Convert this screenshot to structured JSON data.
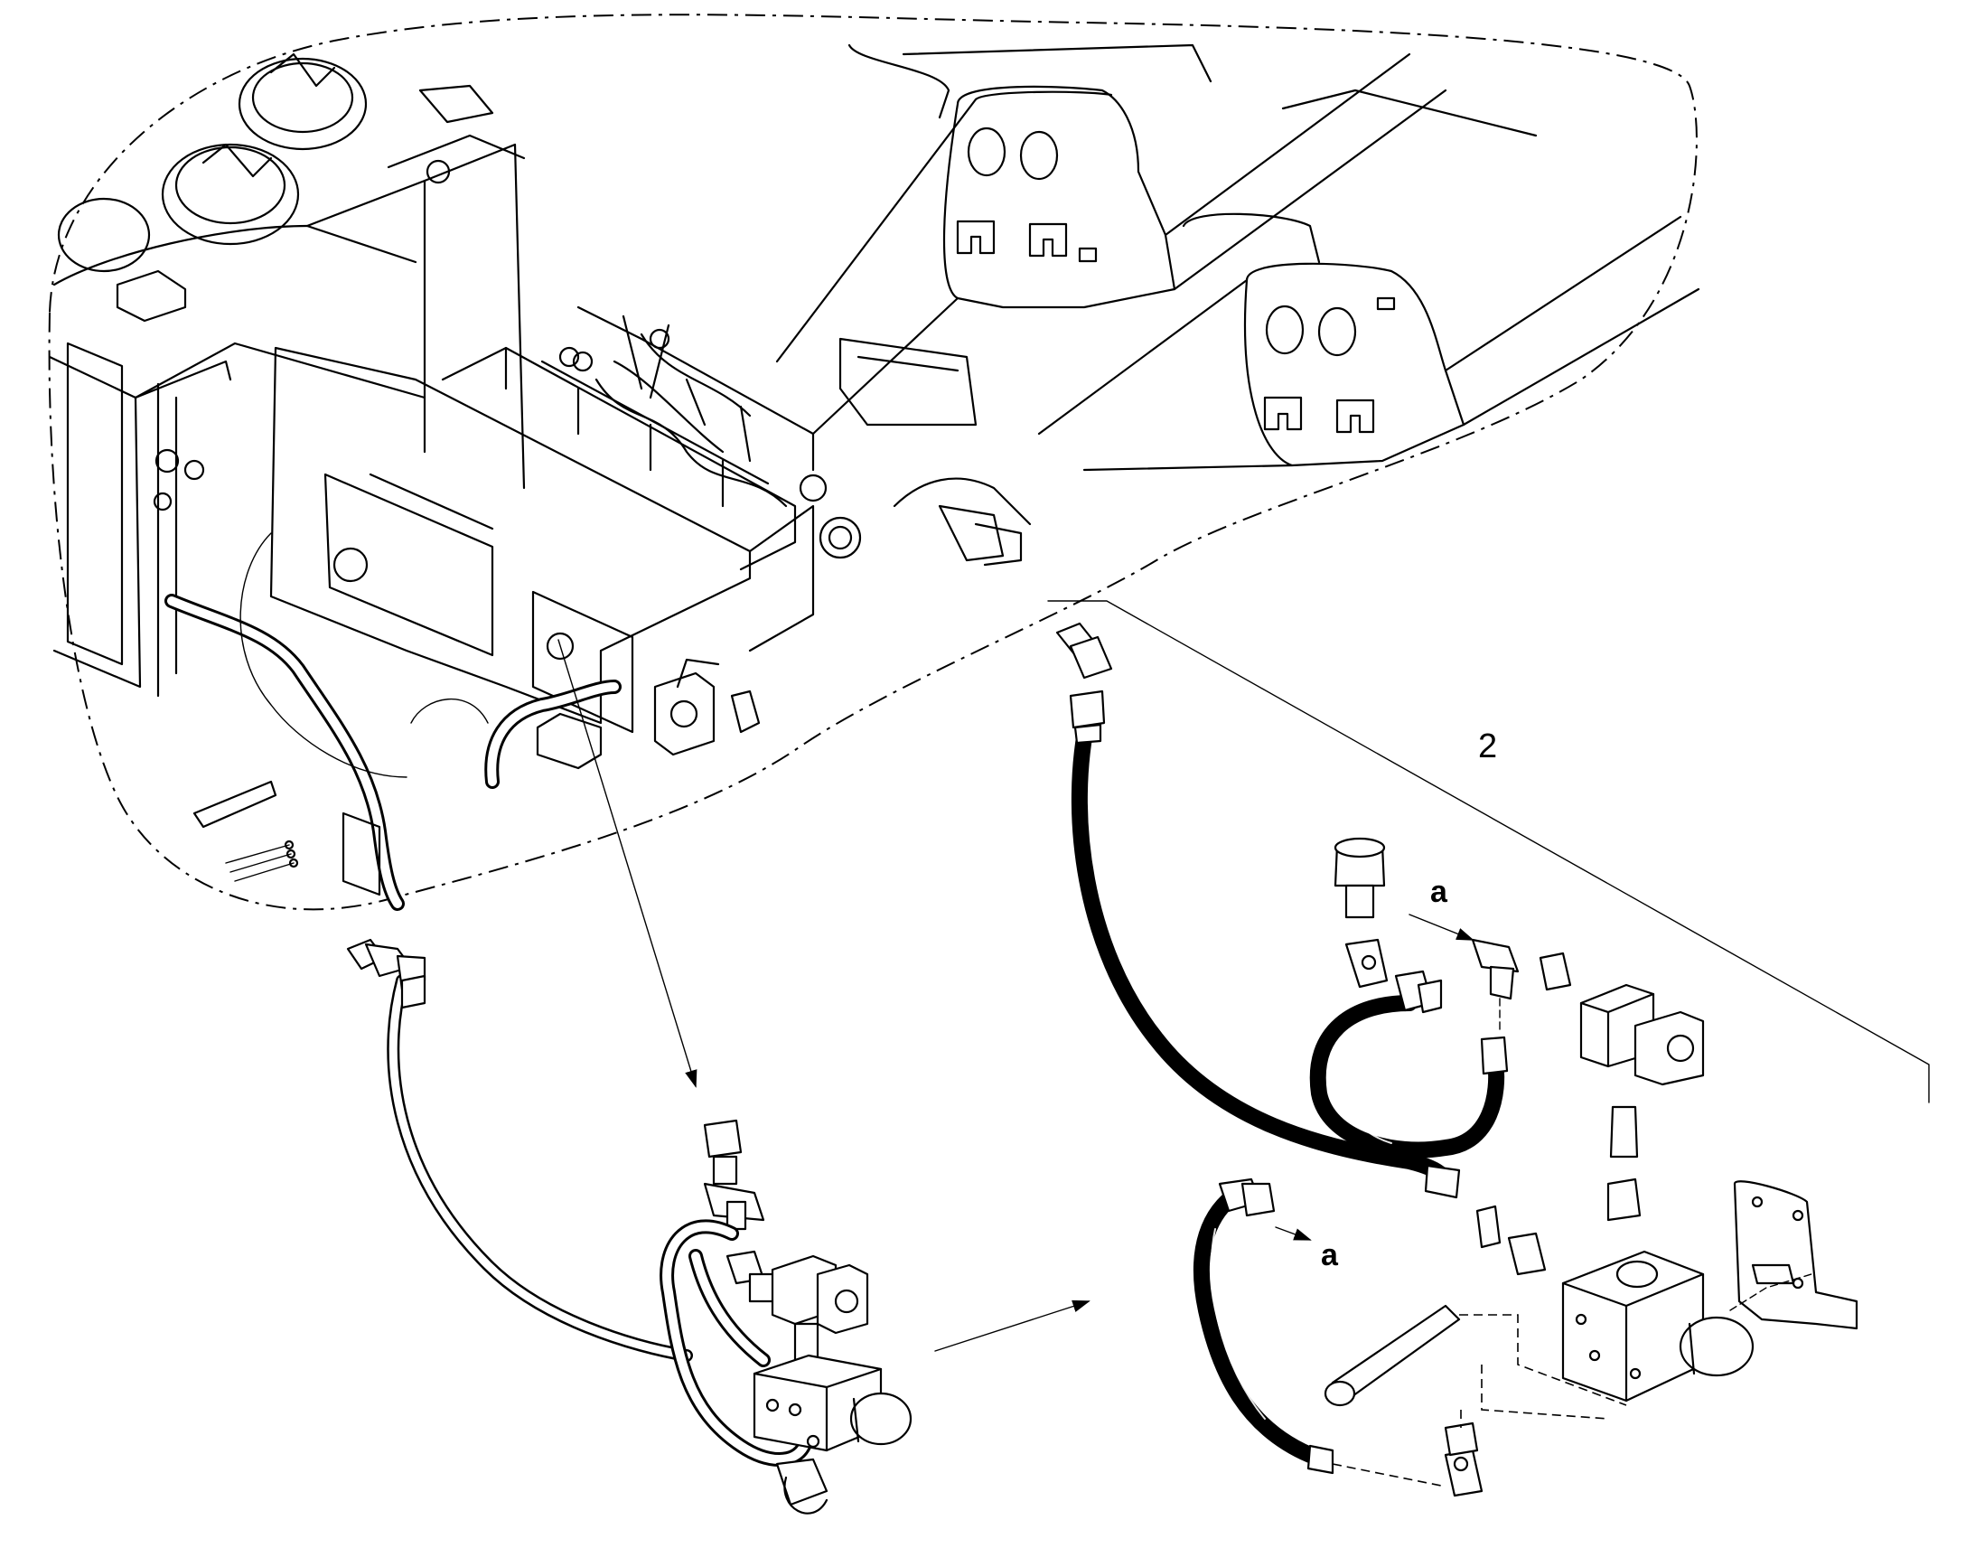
{
  "callouts": {
    "item_number": "2",
    "detail_a_upper": "a",
    "detail_a_lower": "a"
  }
}
